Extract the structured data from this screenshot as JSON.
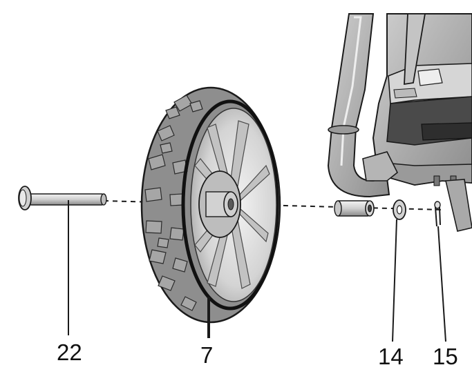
{
  "diagram": {
    "type": "exploded-assembly",
    "colors": {
      "line": "#1a1a1a",
      "tire": "#8c8c8c",
      "tire_dark": "#5a5a5a",
      "rim": "#d9d9d9",
      "frame": "#b8b8b8",
      "frame_dark": "#7a7a7a",
      "background": "#ffffff"
    },
    "parts": [
      {
        "id": "axle-bolt",
        "label": "22"
      },
      {
        "id": "wheel",
        "label": "7"
      },
      {
        "id": "washer",
        "label": "14"
      },
      {
        "id": "cotter-pin",
        "label": "15"
      }
    ]
  }
}
